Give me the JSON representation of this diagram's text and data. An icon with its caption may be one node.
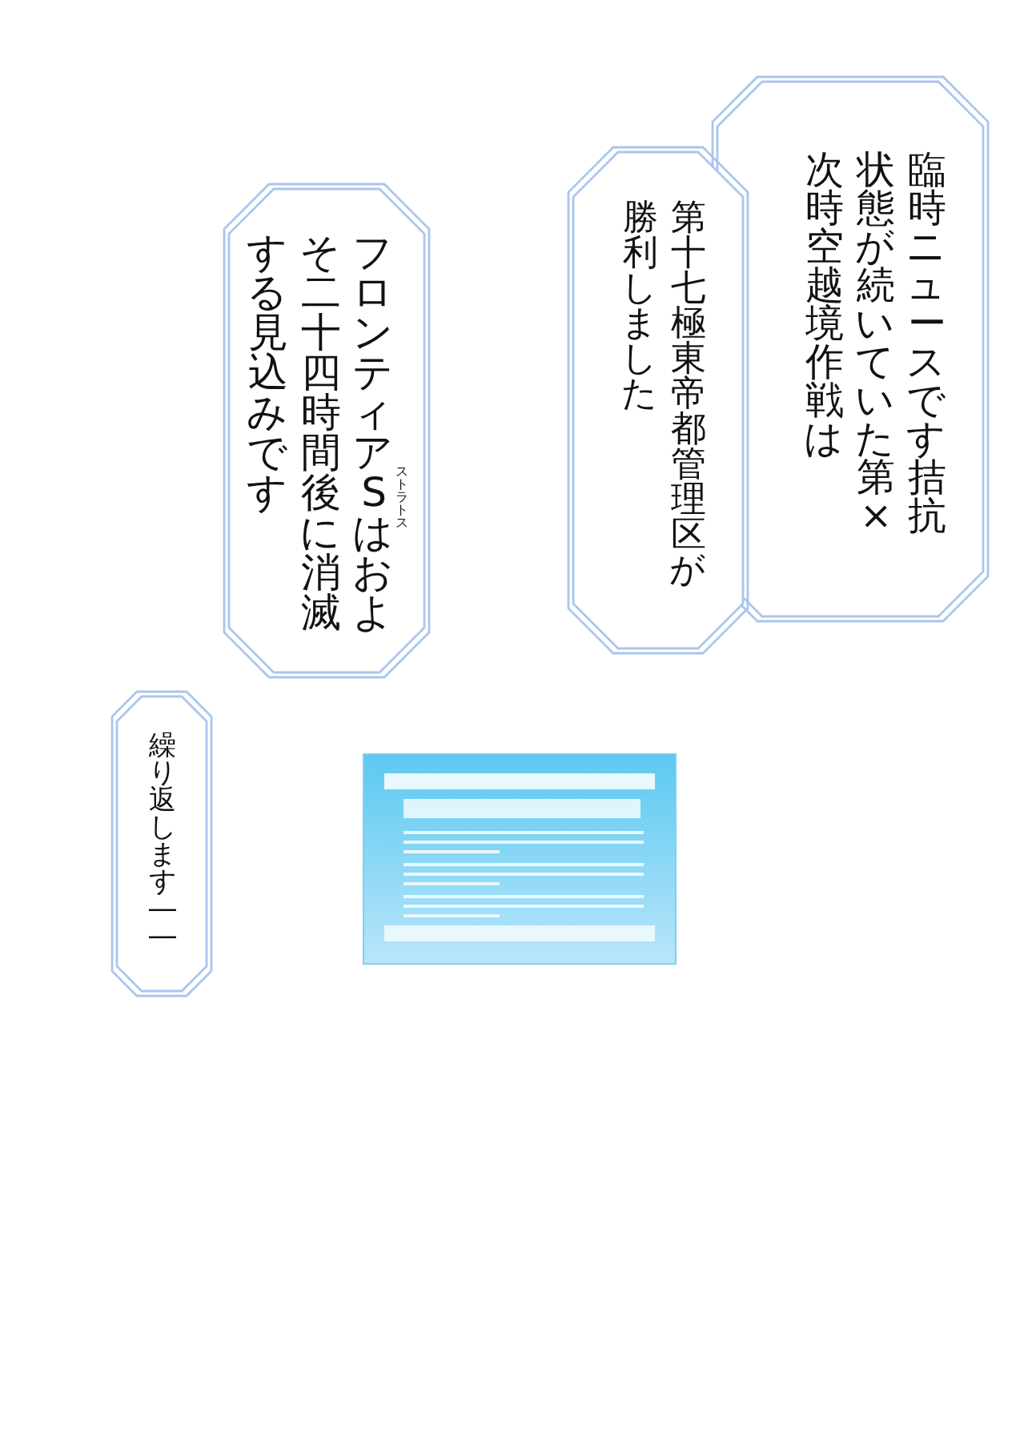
{
  "diagram": {
    "nodes": [
      {
        "text": [
          "臨時ニュースです拮抗状態が続いていた第×次時空越境作戦は"
        ]
      },
      {
        "text": [
          "第十七極東帝都管理区が勝利しました"
        ]
      },
      {
        "text": [
          "フロンティアSはおよそ二十四時間後に消滅する見込みです",
          "ストラトス"
        ]
      },
      {
        "text": [
          "繰り返します――"
        ]
      },
      {
        "text": [],
        "shape": "picture"
      }
    ]
  }
}
